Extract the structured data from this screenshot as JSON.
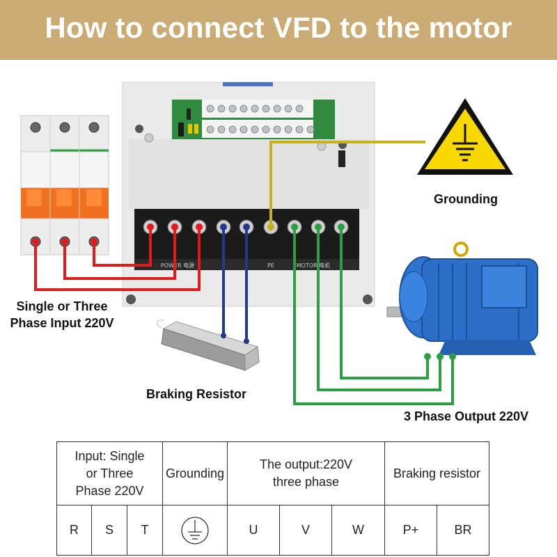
{
  "title": "How to connect VFD to the motor",
  "labels": {
    "input": "Single or Three\nPhase Input 220V",
    "input_line1": "Single or Three",
    "input_line2": "Phase Input 220V",
    "grounding": "Grounding",
    "braking_resistor": "Braking Resistor",
    "output": "3 Phase Output 220V"
  },
  "terminal_block": {
    "power_label": "POWER 电源",
    "pe_label": "PE",
    "motor_label": "MOTOR 电机"
  },
  "table": {
    "headers": {
      "input": [
        "Input: Single",
        "or Three",
        "Phase 220V"
      ],
      "grounding": "Grounding",
      "output": [
        "The output:220V",
        "three phase"
      ],
      "braking": "Braking resistor"
    },
    "pins": {
      "r": "R",
      "s": "S",
      "t": "T",
      "u": "U",
      "v": "V",
      "w": "W",
      "p": "P+",
      "br": "BR"
    }
  },
  "colors": {
    "banner": "#c9ab73",
    "input_wire": "#e21a1a",
    "ground_wire": "#c8b21a",
    "brake_wire": "#233a8c",
    "output_wire": "#2aa043",
    "motor": "#2b6fc9",
    "breaker_handle": "#f07020",
    "warning_yellow": "#f7d800"
  }
}
